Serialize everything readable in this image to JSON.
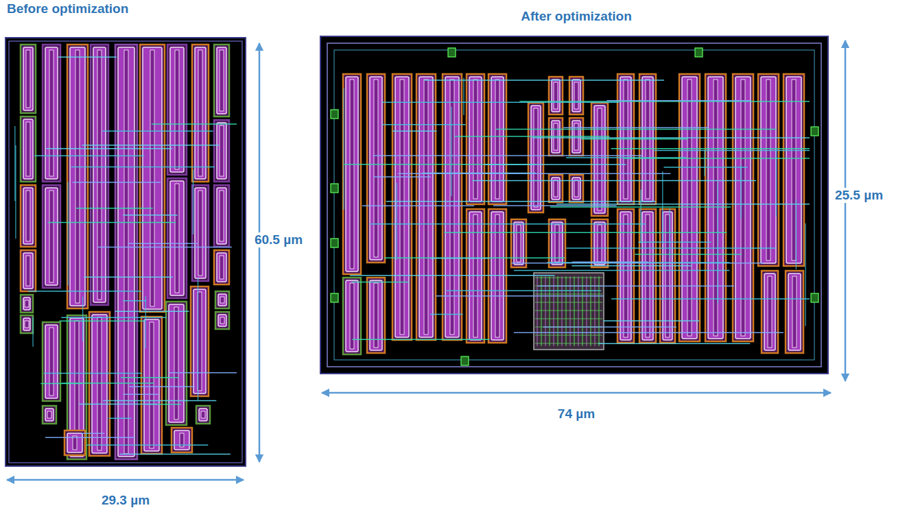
{
  "diagram": {
    "labels": [
      "Before optimization",
      "After optimization",
      "60.5 µm",
      "29.3 µm",
      "74 µm",
      "25.5 µm"
    ]
  }
}
